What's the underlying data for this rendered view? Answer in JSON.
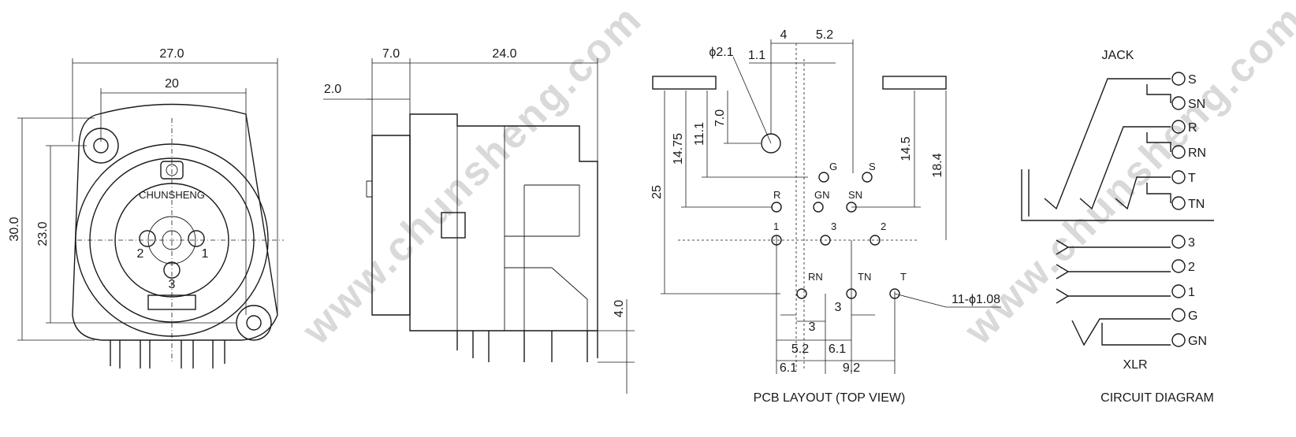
{
  "front_view": {
    "dim_width": "27.0",
    "dim_hole_spacing": "20",
    "dim_height": "30.0",
    "dim_hole_vertical": "23.0",
    "brand": "CHUNSHENG",
    "pins": [
      "1",
      "2",
      "3"
    ]
  },
  "side_view": {
    "dim_front": "7.0",
    "dim_body": "24.0",
    "dim_flange": "2.0",
    "dim_pin": "4.0"
  },
  "pcb_layout": {
    "title": "PCB LAYOUT (TOP VIEW)",
    "hole_spec": "11-ϕ1.08",
    "mount_hole": "ϕ2.1",
    "dims": {
      "top_4": "4",
      "top_5_2": "5.2",
      "top_1_1": "1.1",
      "left_7_0": "7.0",
      "left_11_1": "11.1",
      "left_14_75": "14.75",
      "left_25": "25",
      "right_14_5": "14.5",
      "right_18_4": "18.4",
      "bottom_3a": "3",
      "bottom_3b": "3",
      "bottom_5_2": "5.2",
      "bottom_6_1a": "6.1",
      "bottom_6_1b": "6.1",
      "bottom_9_2": "9.2"
    },
    "pads": [
      {
        "label": "G"
      },
      {
        "label": "S"
      },
      {
        "label": "R"
      },
      {
        "label": "GN"
      },
      {
        "label": "SN"
      },
      {
        "label": "1"
      },
      {
        "label": "3"
      },
      {
        "label": "2"
      },
      {
        "label": "RN"
      },
      {
        "label": "TN"
      },
      {
        "label": "T"
      }
    ]
  },
  "circuit": {
    "title": "CIRCUIT DIAGRAM",
    "jack_label": "JACK",
    "xlr_label": "XLR",
    "terminals": [
      "S",
      "SN",
      "R",
      "RN",
      "T",
      "TN",
      "3",
      "2",
      "1",
      "G",
      "GN"
    ]
  },
  "watermark": "www.chunsheng.com"
}
